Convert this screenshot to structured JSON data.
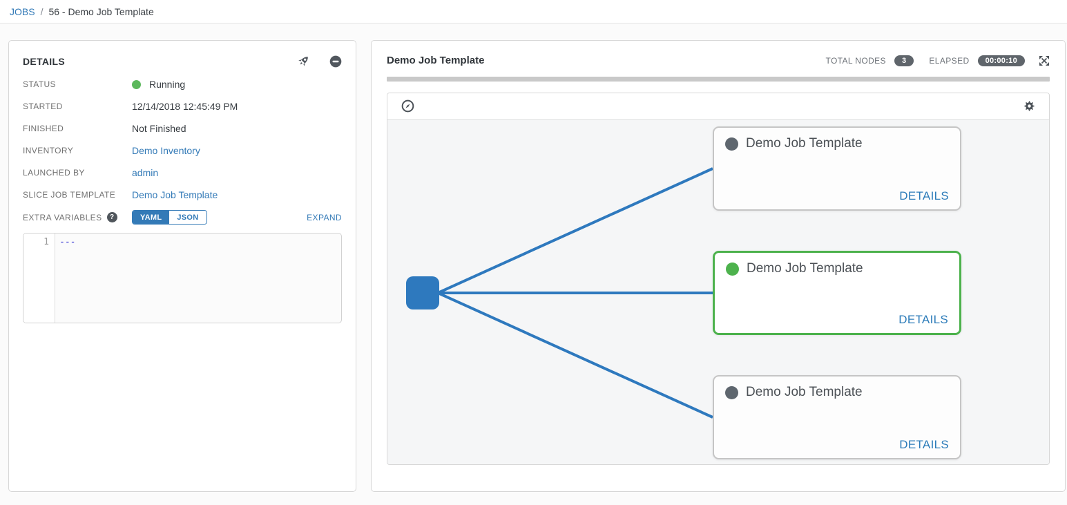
{
  "breadcrumb": {
    "jobs_label": "JOBS",
    "separator": "/",
    "current": "56 - Demo Job Template"
  },
  "details_panel": {
    "title": "DETAILS",
    "rows": [
      {
        "label": "STATUS",
        "value": "Running",
        "type": "status"
      },
      {
        "label": "STARTED",
        "value": "12/14/2018 12:45:49 PM",
        "type": "text"
      },
      {
        "label": "FINISHED",
        "value": "Not Finished",
        "type": "text"
      },
      {
        "label": "INVENTORY",
        "value": "Demo Inventory",
        "type": "link"
      },
      {
        "label": "LAUNCHED BY",
        "value": "admin",
        "type": "link"
      },
      {
        "label": "SLICE JOB TEMPLATE",
        "value": "Demo Job Template",
        "type": "link"
      }
    ],
    "extra_variables": {
      "label": "EXTRA VARIABLES",
      "yaml_label": "YAML",
      "json_label": "JSON",
      "selected": "YAML",
      "expand_label": "EXPAND"
    },
    "editor": {
      "line_number": "1",
      "content": "---"
    }
  },
  "job_panel": {
    "title": "Demo Job Template",
    "total_nodes_label": "TOTAL NODES",
    "total_nodes_count": "3",
    "elapsed_label": "ELAPSED",
    "elapsed_value": "00:00:10",
    "nodes": [
      {
        "name": "Demo Job Template",
        "details_label": "DETAILS",
        "status": "pending"
      },
      {
        "name": "Demo Job Template",
        "details_label": "DETAILS",
        "status": "running"
      },
      {
        "name": "Demo Job Template",
        "details_label": "DETAILS",
        "status": "pending"
      }
    ]
  },
  "colors": {
    "link_blue": "#337ab7",
    "node_blue": "#2e79be",
    "success_green": "#4db24d",
    "badge_gray": "#5f656b",
    "pending_dot_gray": "#5e666e"
  }
}
